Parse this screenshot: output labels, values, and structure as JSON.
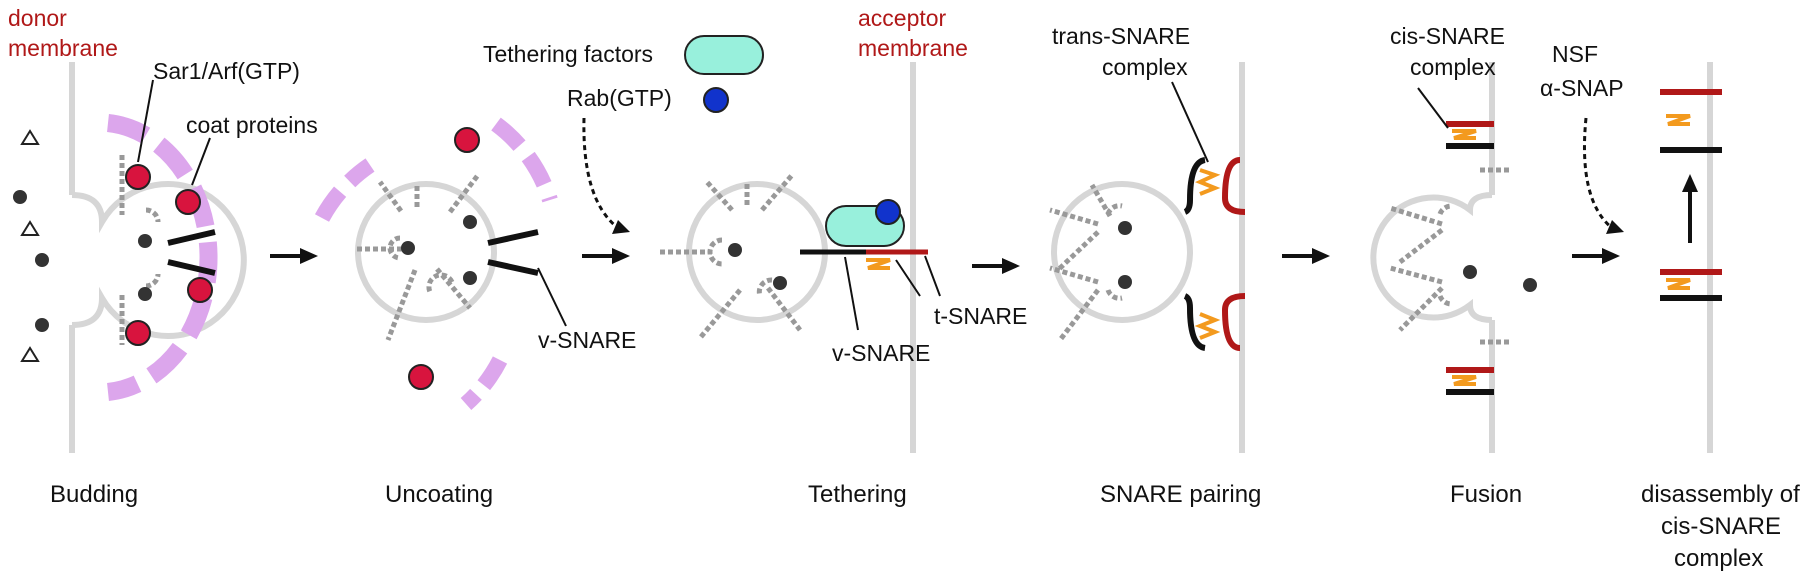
{
  "labels": {
    "donor_membrane": [
      "donor",
      "membrane"
    ],
    "sar1_arf": "Sar1/Arf(GTP)",
    "coat_proteins": "coat proteins",
    "tethering_factors": "Tethering factors",
    "rab_gtp": "Rab(GTP)",
    "acceptor_membrane": [
      "acceptor",
      "membrane"
    ],
    "trans_snare": [
      "trans-SNARE",
      "complex"
    ],
    "cis_snare": [
      "cis-SNARE",
      "complex"
    ],
    "nsf": [
      "NSF",
      "α-SNAP"
    ],
    "v_snare_uncoating": "v-SNARE",
    "v_snare_tethering": "v-SNARE",
    "t_snare": "t-SNARE"
  },
  "steps": [
    {
      "label": "Budding"
    },
    {
      "label": "Uncoating"
    },
    {
      "label": "Tethering"
    },
    {
      "label": "SNARE pairing"
    },
    {
      "label": "Fusion"
    },
    {
      "label": [
        "disassembly of",
        "cis-SNARE",
        "complex"
      ]
    }
  ],
  "colors": {
    "membrane": "#d6d6d6",
    "coat": "#dca6ec",
    "sar1": "#d8143e",
    "rab": "#1133cc",
    "tether": "#98f0dc",
    "v_snare": "#111111",
    "t_snare_red": "#b01818",
    "t_snare_orange": "#f39a1e",
    "cargo": "#333333",
    "receptor": "#999999"
  }
}
